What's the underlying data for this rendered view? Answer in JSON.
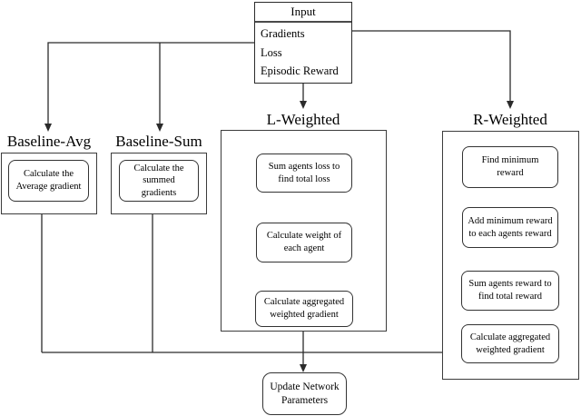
{
  "input": {
    "title": "Input",
    "rows": [
      "Gradients",
      "Loss",
      "Episodic Reward"
    ]
  },
  "branches": [
    {
      "id": "baseline-avg",
      "title": "Baseline-Avg",
      "steps": [
        "Calculate the Average gradient"
      ]
    },
    {
      "id": "baseline-sum",
      "title": "Baseline-Sum",
      "steps": [
        "Calculate the summed gradients"
      ]
    },
    {
      "id": "l-weighted",
      "title": "L-Weighted",
      "steps": [
        "Sum agents loss to find total loss",
        "Calculate weight of each agent",
        "Calculate aggregated weighted gradient"
      ]
    },
    {
      "id": "r-weighted",
      "title": "R-Weighted",
      "steps": [
        "Find minimum reward",
        "Add minimum reward to each agents reward",
        "Sum agents reward to find total reward",
        "Calculate aggregated weighted gradient"
      ]
    }
  ],
  "output": {
    "label": "Update Network Parameters"
  },
  "colors": {
    "line": "#2b2b2b",
    "box_border": "#3c3c3c",
    "background": "#ffffff",
    "text": "#000000"
  }
}
